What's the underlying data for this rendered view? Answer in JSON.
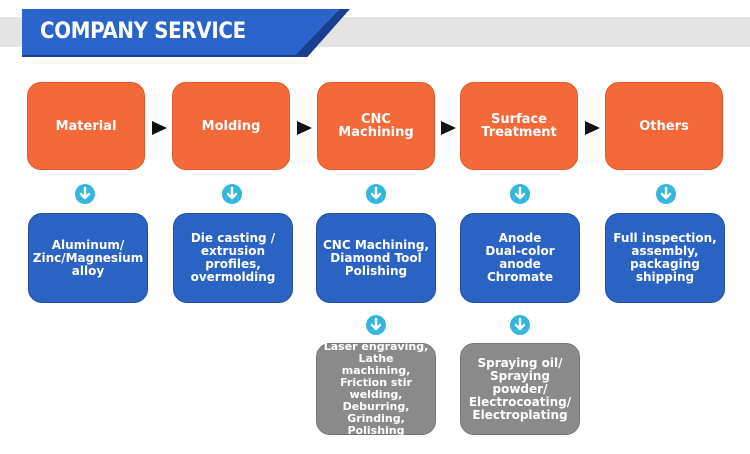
{
  "header": {
    "title": "COMPANY SERVICE"
  },
  "colors": {
    "stage": "#f4693a",
    "detail": "#2b63c4",
    "extra": "#8a8a8a",
    "down_arrow": "#35b7dd",
    "banner": "#2a63c9"
  },
  "icons": {
    "down": "arrow-down-circle-icon",
    "next": "triangle-right-icon"
  },
  "stages": [
    {
      "label": "Material",
      "detail": "Aluminum/\nZinc/Magnesium\nalloy"
    },
    {
      "label": "Molding",
      "detail": "Die casting /\nextrusion\nprofiles,\novermolding"
    },
    {
      "label": "CNC Machining",
      "detail": "CNC Machining,\nDiamond Tool\nPolishing",
      "extra": "Laser engraving,\nLathe machining,\nFriction stir welding,\nDeburring, Grinding,\nPolishing"
    },
    {
      "label": "Surface\nTreatment",
      "detail": "Anode\nDual-color anode\nChromate",
      "extra": "Spraying oil/\nSpraying\npowder/\nElectrocoating/\nElectroplating"
    },
    {
      "label": "Others",
      "detail": "Full inspection,\nassembly,\npackaging\nshipping"
    }
  ]
}
